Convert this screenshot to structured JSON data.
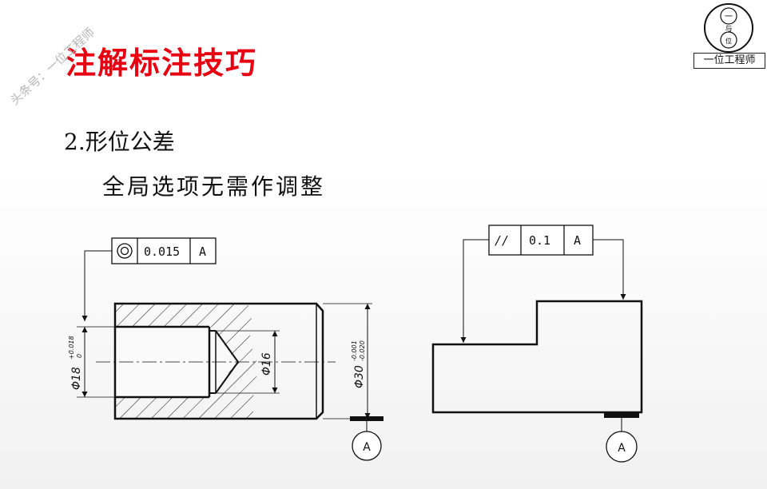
{
  "slide": {
    "title": "注解标注技巧",
    "watermark": "头条号：一位工程师",
    "subtitle": "2.形位公差",
    "note": "全局选项无需作调整"
  },
  "logo": {
    "seal_chars": [
      "一",
      "与",
      "位"
    ],
    "label": "一位工程师"
  },
  "drawing_left": {
    "fcf_symbol": "concentricity",
    "tolerance": "0.015",
    "datum": "A",
    "dim_bore": "Φ18",
    "dim_bore_upper": "+0.018",
    "dim_bore_lower": "0",
    "dim_inner": "Φ16",
    "dim_outer": "Φ30",
    "dim_outer_upper": "-0.001",
    "dim_outer_lower": "-0.020",
    "datum_label": "A"
  },
  "drawing_right": {
    "fcf_symbol": "//",
    "tolerance": "0.1",
    "datum": "A",
    "datum_label": "A"
  },
  "colors": {
    "title": "#e60012",
    "line": "#111111"
  }
}
